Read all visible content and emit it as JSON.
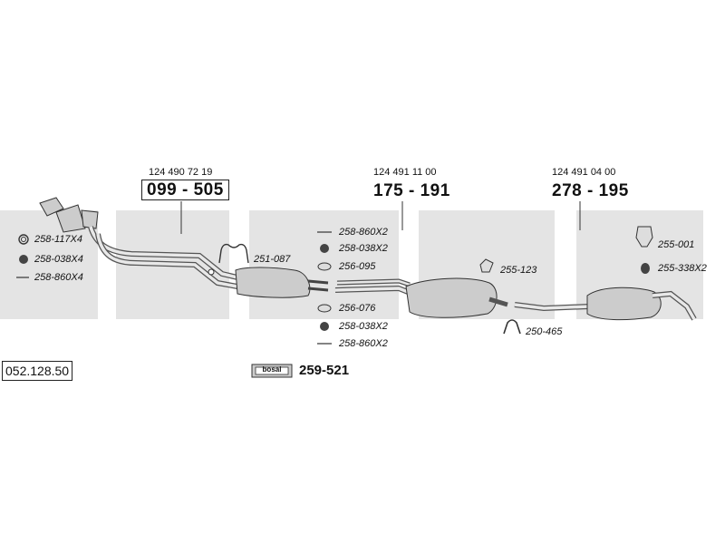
{
  "catalog_number": "052.128.50",
  "main_parts": [
    {
      "oem": "124 490 72 19",
      "part": "099 - 505",
      "boxed": true
    },
    {
      "oem": "124 491 11 00",
      "part": "175 - 191",
      "boxed": false
    },
    {
      "oem": "124 491 04 00",
      "part": "278 - 195",
      "boxed": false
    }
  ],
  "left_accessories": [
    {
      "label": "258-117X4",
      "icon": "gasket-ring-icon"
    },
    {
      "label": "258-038X4",
      "icon": "rubber-mount-icon"
    },
    {
      "label": "258-860X4",
      "icon": "bolt-icon"
    }
  ],
  "clamp_label": "251-087",
  "middle_accessories_top": [
    {
      "label": "258-860X2",
      "icon": "bolt-icon"
    },
    {
      "label": "258-038X2",
      "icon": "rubber-mount-icon"
    },
    {
      "label": "256-095",
      "icon": "ring-icon"
    }
  ],
  "middle_accessories_bottom": [
    {
      "label": "256-076",
      "icon": "ring-icon"
    },
    {
      "label": "258-038X2",
      "icon": "rubber-mount-icon"
    },
    {
      "label": "258-860X2",
      "icon": "bolt-icon"
    }
  ],
  "hanger_label": "255-123",
  "u_clamp_label": "250-465",
  "right_accessories": [
    {
      "label": "255-001",
      "icon": "rubber-hanger-icon"
    },
    {
      "label": "255-338X2",
      "icon": "ring-icon"
    }
  ],
  "mounting_kit": {
    "brand": "bosal",
    "part": "259-521"
  }
}
